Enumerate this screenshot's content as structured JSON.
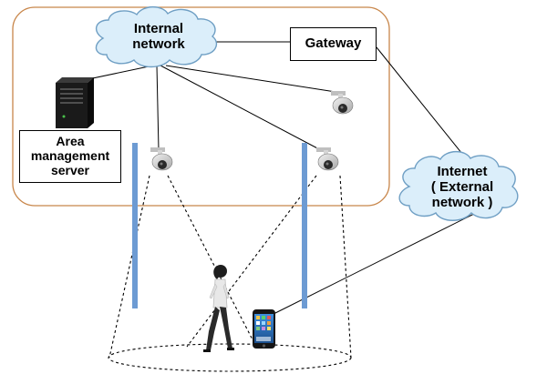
{
  "nodes": {
    "internal_network": {
      "line1": "Internal",
      "line2": "network"
    },
    "gateway": "Gateway",
    "area_server": {
      "line1": "Area",
      "line2": "management",
      "line3": "server"
    },
    "internet": {
      "line1": "Internet",
      "line2": "( External",
      "line3": "network )"
    }
  },
  "colors": {
    "zone_border": "#c8864a",
    "cloud_fill": "#dbeefa",
    "cloud_stroke": "#6f9fc4",
    "pole": "#6d9bd3",
    "line": "#000000"
  },
  "icons": [
    "cloud-icon",
    "server-icon",
    "cctv-camera-icon",
    "person-icon",
    "smartphone-icon",
    "pole-icon"
  ]
}
